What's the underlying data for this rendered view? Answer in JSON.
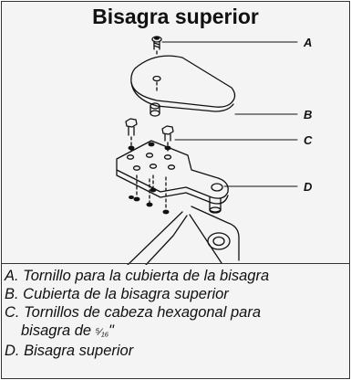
{
  "title": "Bisagra superior",
  "callouts": [
    "A",
    "B",
    "C",
    "D"
  ],
  "legend": [
    {
      "line1": "A. Tornillo para la cubierta de la bisagra",
      "line2": ""
    },
    {
      "line1": "B. Cubierta de la bisagra superior",
      "line2": ""
    },
    {
      "line1": "C. Tornillos de cabeza hexagonal para",
      "line2": "bisagra de ",
      "fraction": "⁵⁄₁₆",
      "suffix": "\""
    },
    {
      "line1": "D. Bisagra superior",
      "line2": ""
    }
  ]
}
